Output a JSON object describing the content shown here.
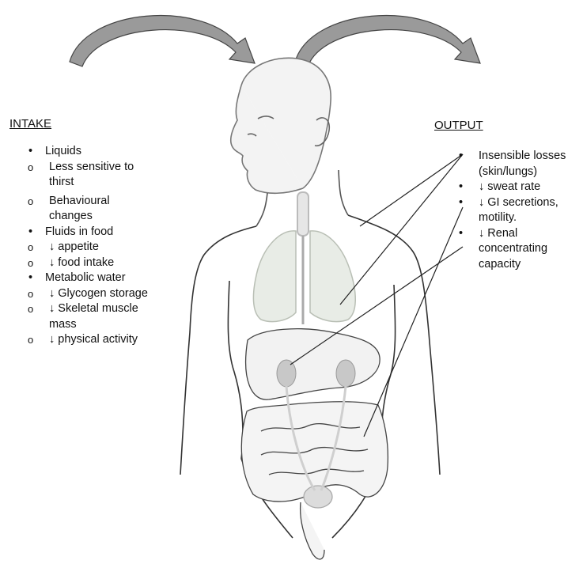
{
  "colors": {
    "arrow_fill": "#9a9a9a",
    "organ_fill": "#cfcfcf",
    "line": "#222222"
  },
  "intake": {
    "heading": "INTAKE",
    "items": [
      {
        "level": 1,
        "text": "Liquids"
      },
      {
        "level": 2,
        "text": "Less sensitive to thirst"
      },
      {
        "level": 2,
        "text": "Behavioural changes"
      },
      {
        "level": 1,
        "text": "Fluids in food"
      },
      {
        "level": 2,
        "text": "↓ appetite"
      },
      {
        "level": 2,
        "text": "↓ food intake"
      },
      {
        "level": 1,
        "text": "Metabolic water"
      },
      {
        "level": 2,
        "text": "↓ Glycogen storage"
      },
      {
        "level": 2,
        "text": "↓ Skeletal muscle mass"
      },
      {
        "level": 2,
        "text": "↓ physical activity"
      }
    ]
  },
  "output": {
    "heading": "OUTPUT",
    "items": [
      {
        "text": "Insensible losses (skin/lungs)"
      },
      {
        "text": "↓ sweat rate"
      },
      {
        "text": "↓ GI secretions, motility."
      },
      {
        "text": "↓ Renal concentrating capacity"
      }
    ]
  },
  "icons": [
    "curved-arrow-icon",
    "human-body-illustration",
    "lungs-icon",
    "kidney-icon",
    "intestine-icon"
  ]
}
